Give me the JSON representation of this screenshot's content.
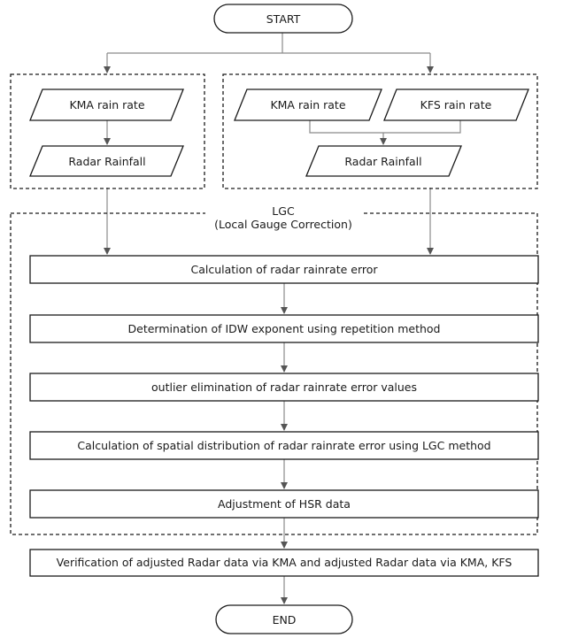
{
  "start": "START",
  "end": "END",
  "left_group": {
    "kma_rain_rate": "KMA rain rate",
    "radar_rainfall": "Radar Rainfall"
  },
  "right_group": {
    "kma_rain_rate": "KMA rain rate",
    "kfs_rain_rate": "KFS rain rate",
    "radar_rainfall": "Radar Rainfall"
  },
  "lgc": {
    "title": "LGC",
    "subtitle": "(Local Gauge Correction)",
    "steps": [
      "Calculation of radar rainrate error",
      "Determination of IDW exponent using repetition method",
      "outlier elimination of radar rainrate error values",
      "Calculation of spatial distribution of radar rainrate error using LGC method",
      "Adjustment of HSR data"
    ]
  },
  "verification": "Verification of adjusted Radar data via KMA and adjusted Radar data via KMA, KFS"
}
